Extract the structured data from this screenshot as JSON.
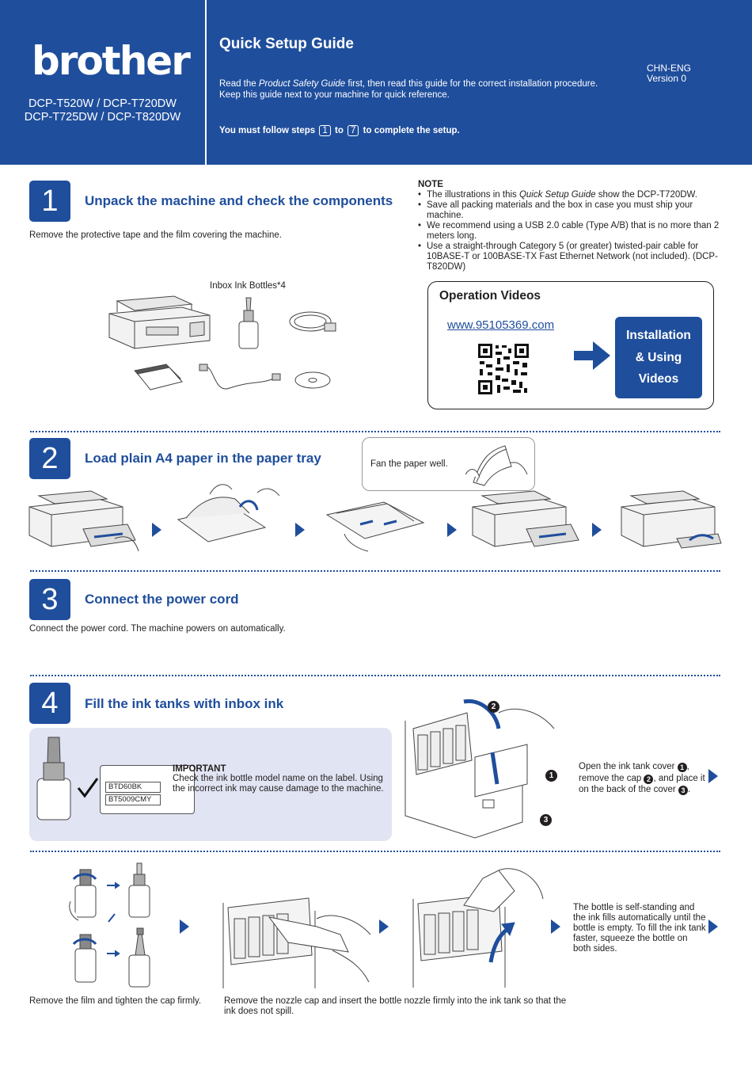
{
  "header": {
    "logo": "brother",
    "models_line1": "DCP-T520W / DCP-T720DW",
    "models_line2": "DCP-T725DW / DCP-T820DW",
    "title": "Quick Setup Guide",
    "intro_pre": "Read the ",
    "intro_em": "Product Safety Guide",
    "intro_post": " first, then read this guide for the correct installation procedure.",
    "intro_line2": "Keep this guide next to your machine for quick reference.",
    "steps_pre": "You must follow steps ",
    "steps_from": "1",
    "steps_mid": " to ",
    "steps_to": "7",
    "steps_post": " to complete the setup.",
    "region": "CHN-ENG",
    "version": "Version 0"
  },
  "step1": {
    "number": "1",
    "title": "Unpack the machine and check the components",
    "text": "Remove the protective tape and the film covering the machine.",
    "ink_label": "Inbox Ink Bottles*4"
  },
  "note": {
    "title": "NOTE",
    "item1_pre": "The illustrations in this ",
    "item1_em": "Quick Setup Guide",
    "item1_post": " show the DCP-T720DW.",
    "item2": "Save all packing materials and the box in case you must ship your machine.",
    "item3": "We recommend using a USB 2.0 cable (Type A/B) that is no more than 2 meters long.",
    "item4": "Use a straight-through Category 5 (or greater) twisted-pair cable for 10BASE-T or 100BASE-TX Fast Ethernet Network (not included). (DCP-T820DW)"
  },
  "videos": {
    "title": "Operation Videos",
    "url": "www.95105369.com",
    "button_line1": "Installation",
    "button_line2": "& Using",
    "button_line3": "Videos"
  },
  "step2": {
    "number": "2",
    "title": "Load plain A4 paper in the paper tray",
    "fan_text": "Fan the paper well."
  },
  "step3": {
    "number": "3",
    "title": "Connect the power cord",
    "text": "Connect the power cord. The machine powers on automatically."
  },
  "step4": {
    "number": "4",
    "title": "Fill the ink tanks with inbox ink",
    "important_title": "IMPORTANT",
    "important_text": "Check the ink bottle model name on the label. Using the incorrect ink may cause damage to the machine.",
    "code1": "BTD60BK",
    "code2": "BT5009CMY",
    "open_text_1": "Open the ink tank cover ",
    "open_text_2": ", remove the cap ",
    "open_text_3": ", and place it on the back of the cover ",
    "open_text_4": ".",
    "m1": "1",
    "m2": "2",
    "m3": "3",
    "film_text": "Remove the film and tighten the cap firmly.",
    "nozzle_text": "Remove the nozzle cap and insert the bottle nozzle firmly into the ink tank so that the ink does not spill.",
    "self_text": "The bottle is self-standing and the ink fills automatically until the bottle is empty. To fill the ink tank faster, squeeze the bottle on both sides."
  },
  "colors": {
    "brand_blue": "#1f4e9c",
    "panel_lavender": "#e1e4f2"
  }
}
